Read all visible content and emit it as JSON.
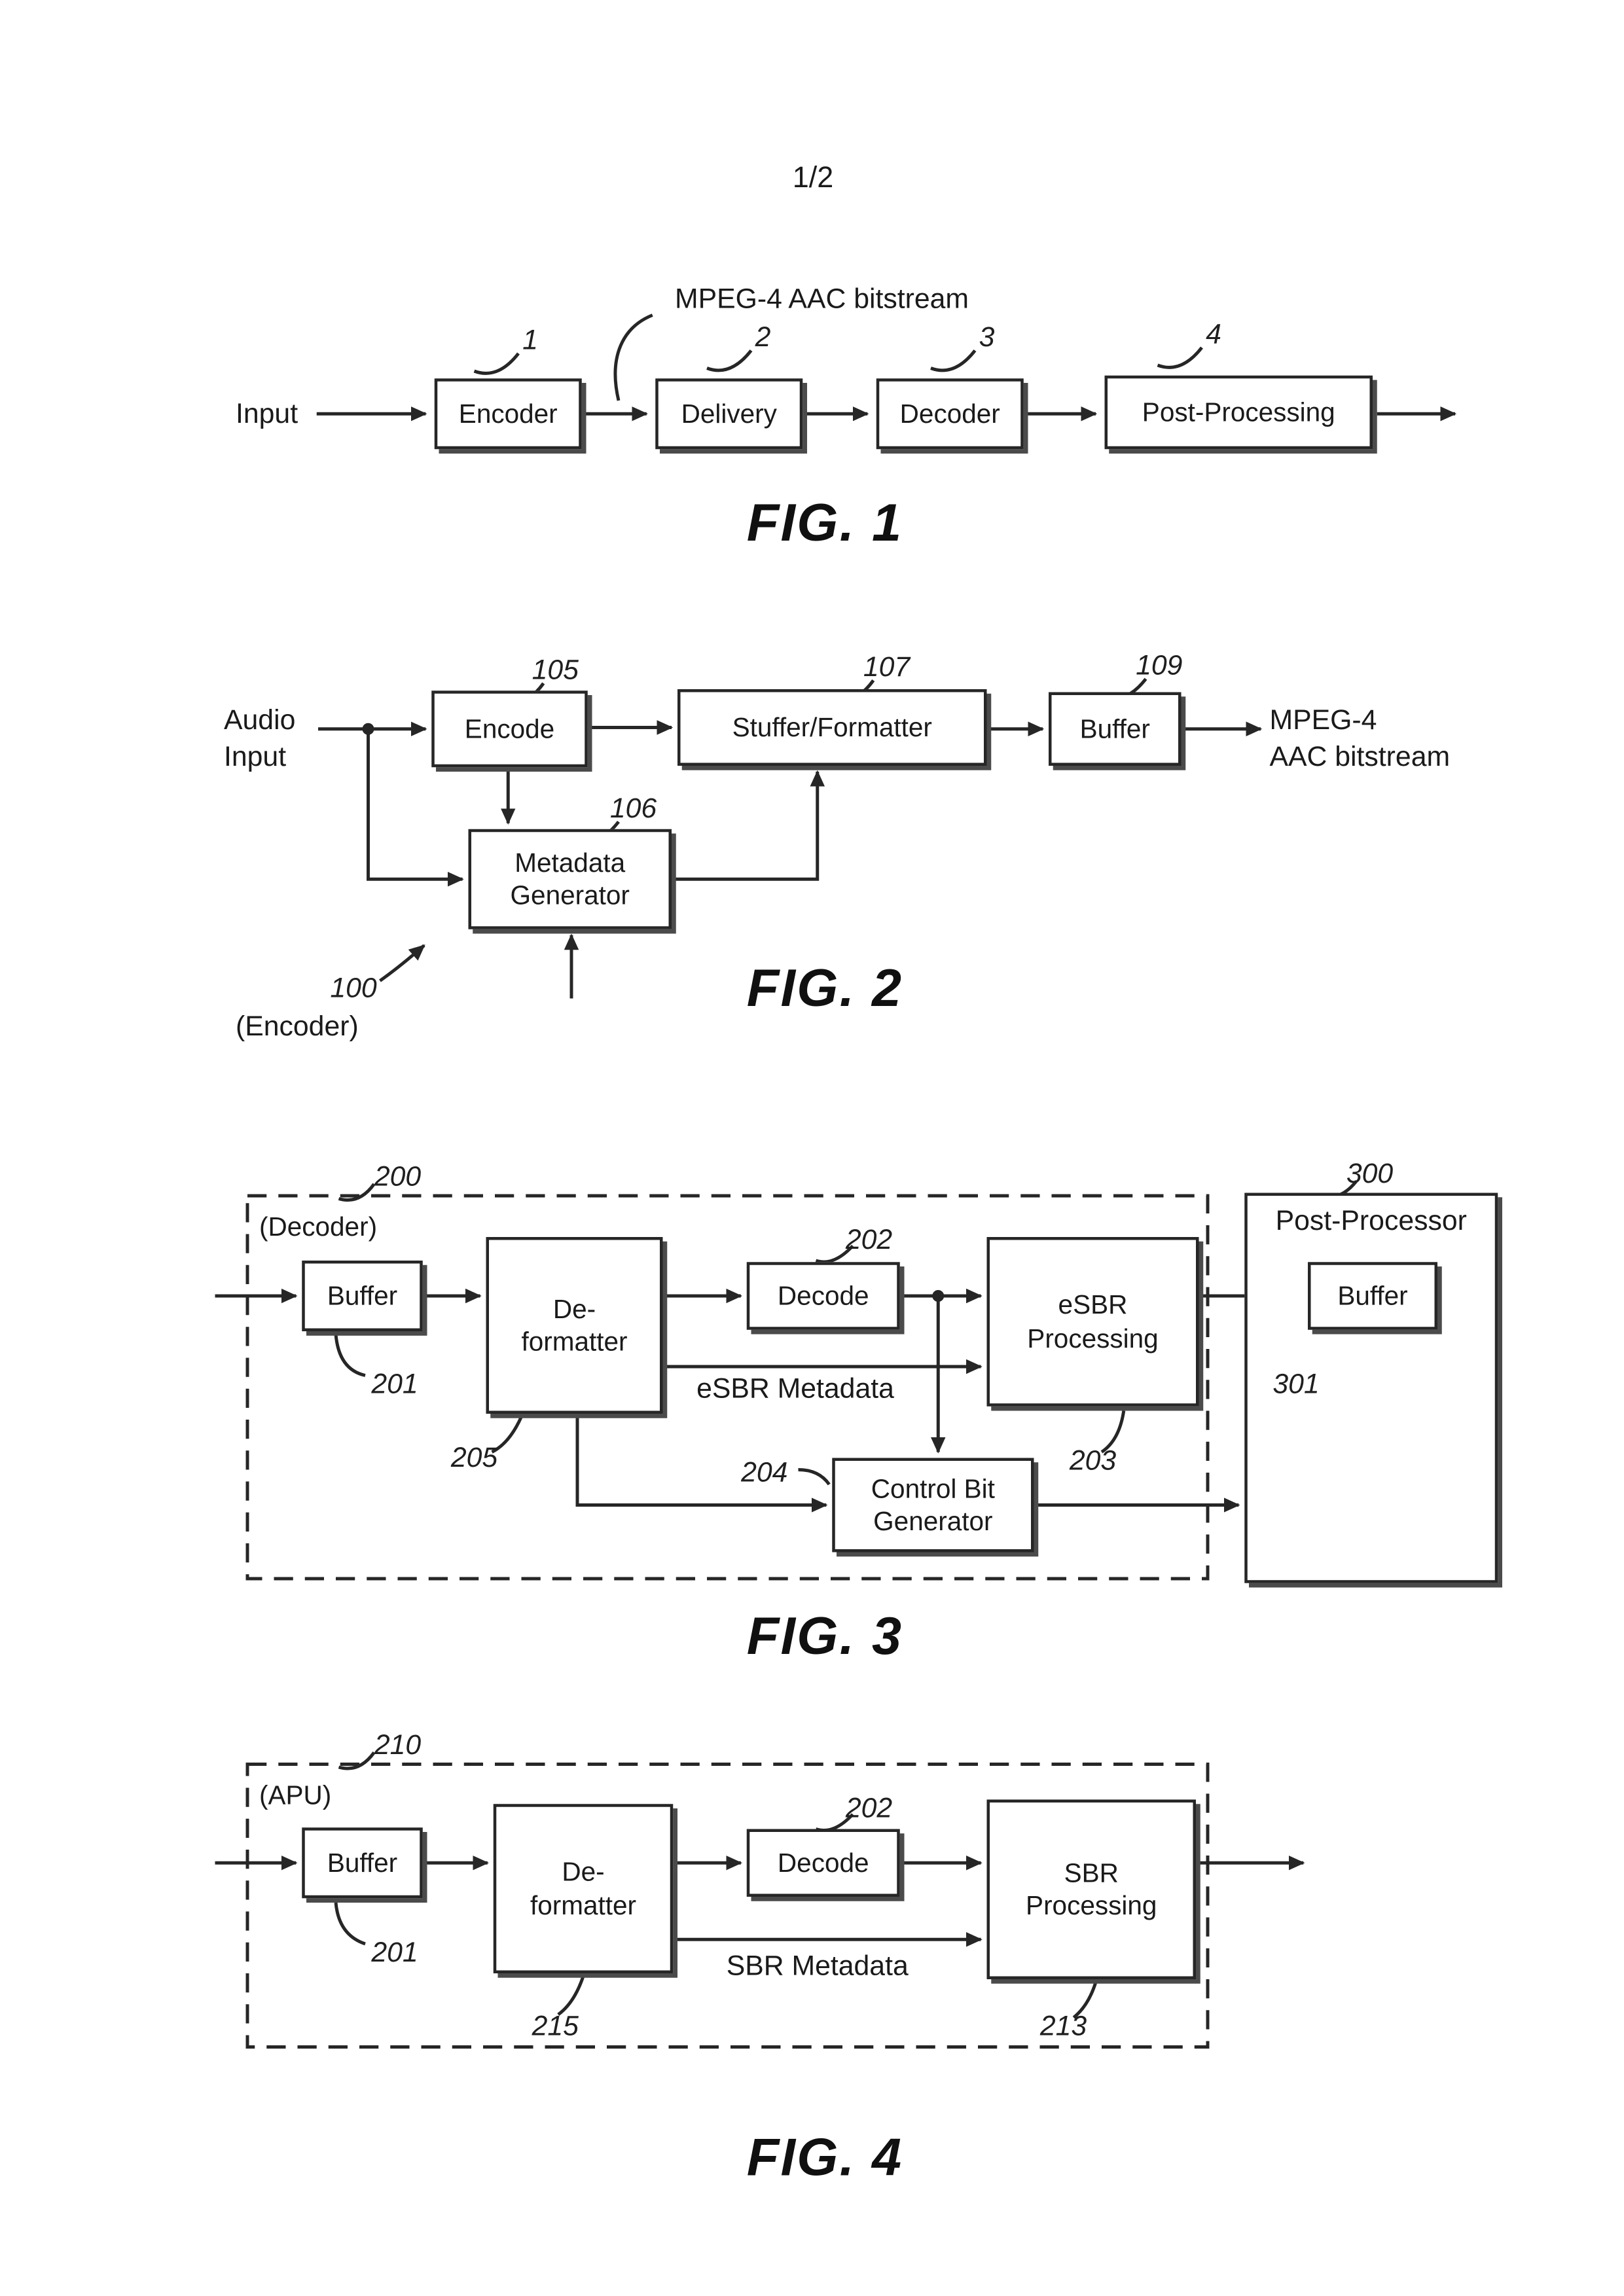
{
  "page": {
    "sheet_label": "1/2"
  },
  "figures": {
    "fig1": {
      "caption": "FIG. 1",
      "input_label": "Input",
      "annotation": "MPEG-4 AAC bitstream",
      "blocks": {
        "encoder": {
          "label": "Encoder",
          "ref": "1"
        },
        "delivery": {
          "label": "Delivery",
          "ref": "2"
        },
        "decoder": {
          "label": "Decoder",
          "ref": "3"
        },
        "post_processing": {
          "label": "Post-Processing",
          "ref": "4"
        }
      }
    },
    "fig2": {
      "caption": "FIG. 2",
      "input_label": "Audio\nInput",
      "output_label": "MPEG-4\nAAC bitstream",
      "system_ref": "100",
      "system_label": "(Encoder)",
      "blocks": {
        "encode": {
          "label": "Encode",
          "ref": "105"
        },
        "stuffer": {
          "label": "Stuffer/Formatter",
          "ref": "107"
        },
        "buffer": {
          "label": "Buffer",
          "ref": "109"
        },
        "metadata_generator": {
          "label": "Metadata\nGenerator",
          "ref": "106"
        }
      }
    },
    "fig3": {
      "caption": "FIG. 3",
      "system_ref": "200",
      "system_label": "(Decoder)",
      "metadata_label": "eSBR Metadata",
      "blocks": {
        "buffer": {
          "label": "Buffer",
          "ref": "201"
        },
        "deformatter": {
          "label": "De-\nformatter",
          "ref": "205"
        },
        "decode": {
          "label": "Decode",
          "ref": "202"
        },
        "esbr": {
          "label": "eSBR\nProcessing",
          "ref": "203"
        },
        "control_bit": {
          "label": "Control Bit\nGenerator",
          "ref": "204"
        }
      },
      "post_processor": {
        "label": "Post-Processor",
        "ref": "300",
        "buffer": {
          "label": "Buffer",
          "ref": "301"
        }
      }
    },
    "fig4": {
      "caption": "FIG. 4",
      "system_ref": "210",
      "system_label": "(APU)",
      "metadata_label": "SBR Metadata",
      "blocks": {
        "buffer": {
          "label": "Buffer",
          "ref": "201"
        },
        "deformatter": {
          "label": "De-\nformatter",
          "ref": "215"
        },
        "decode": {
          "label": "Decode",
          "ref": "202"
        },
        "sbr": {
          "label": "SBR\nProcessing",
          "ref": "213"
        }
      }
    }
  }
}
